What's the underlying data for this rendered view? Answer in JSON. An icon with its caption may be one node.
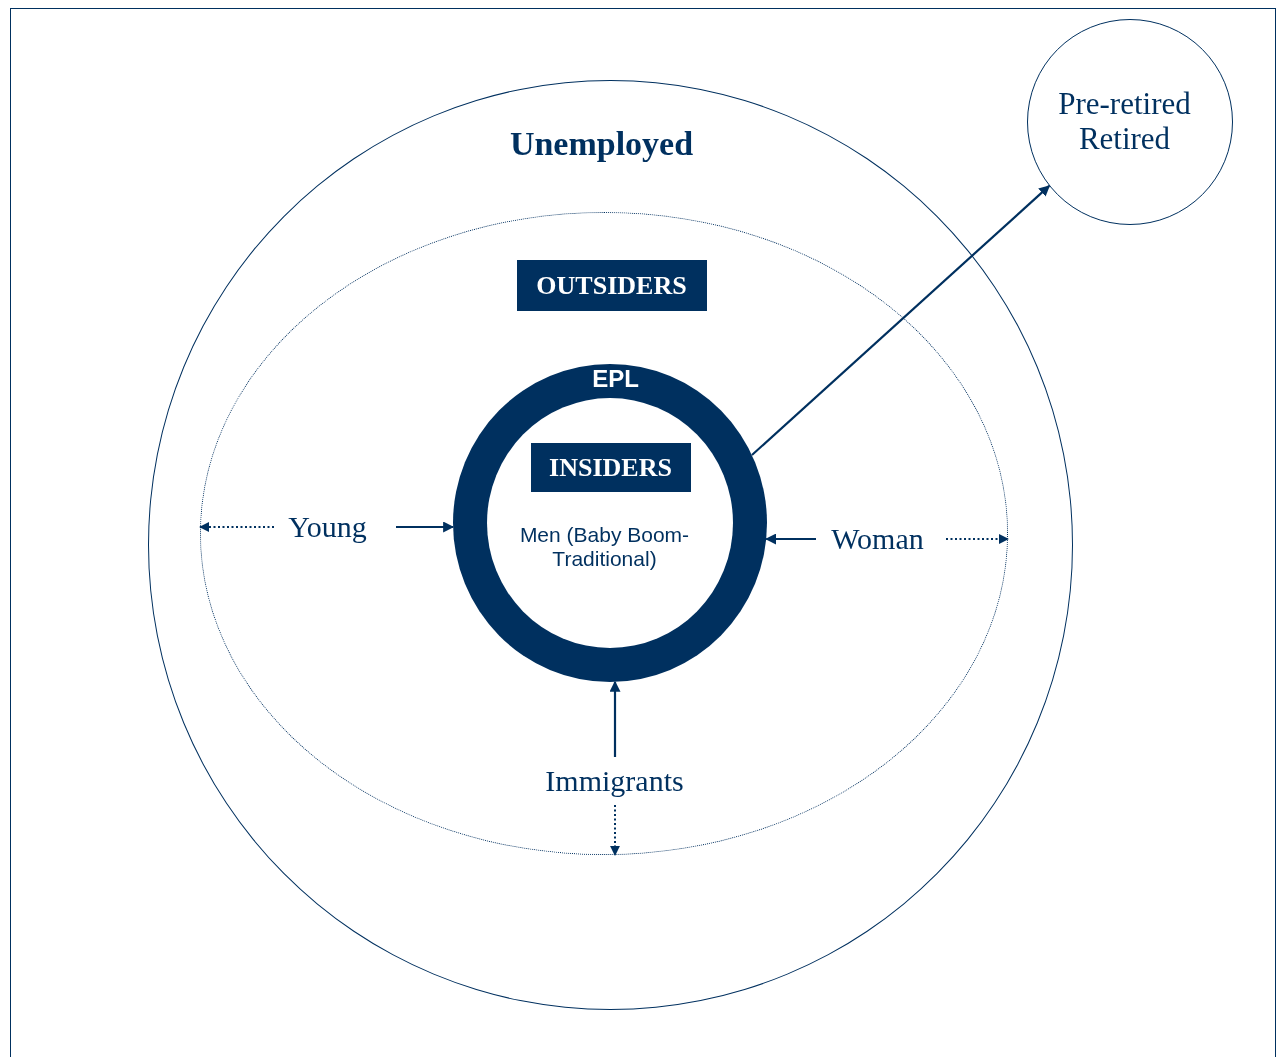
{
  "diagram": {
    "nodes": [
      {
        "text": [
          "Unemployed"
        ]
      },
      {
        "text": [
          "OUTSIDERS"
        ],
        "in": 0
      },
      {
        "text": [
          "EPL"
        ],
        "in": 1
      },
      {
        "text": [
          "INSIDERS",
          "Men (Baby Boom-Traditional)"
        ],
        "in": 2
      },
      {
        "text": [
          "Young"
        ],
        "in": 1
      },
      {
        "text": [
          "Woman"
        ],
        "in": 1
      },
      {
        "text": [
          "Immigrants"
        ],
        "in": 1
      },
      {
        "text": [
          "Pre-retired Retired"
        ]
      }
    ],
    "edges": [
      {
        "from": 4,
        "to": 2,
        "arrow": "to"
      },
      {
        "from": 4,
        "to": 1,
        "arrow": "to",
        "style": "dashed"
      },
      {
        "from": 5,
        "to": 2,
        "arrow": "to"
      },
      {
        "from": 5,
        "to": 1,
        "arrow": "to",
        "style": "dashed"
      },
      {
        "from": 6,
        "to": 2,
        "arrow": "to"
      },
      {
        "from": 6,
        "to": 1,
        "arrow": "to",
        "style": "dashed"
      },
      {
        "from": 2,
        "to": 7,
        "arrow": "to"
      }
    ]
  }
}
